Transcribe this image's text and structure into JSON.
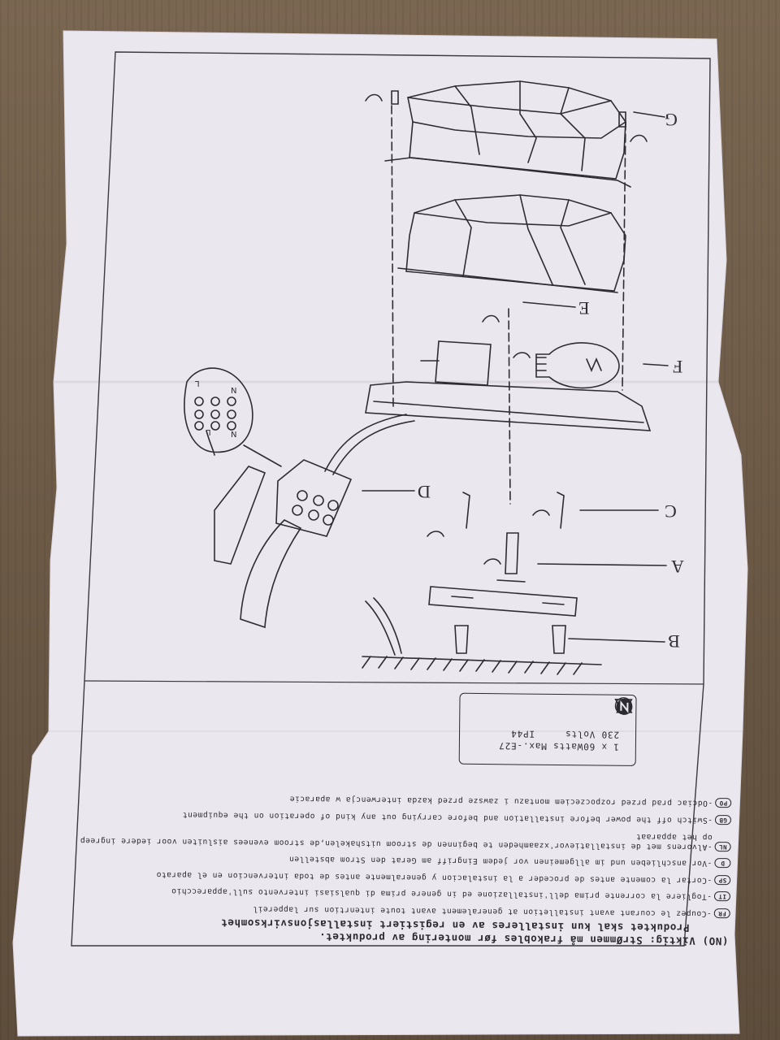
{
  "sheet": {
    "warning_title": "(NO) Viktig: StrØmmen må frakobles før montering av produktet.",
    "warning_sub": "Produktet skal kun installeres av en registiert installasjonsvirksomhet",
    "lines": [
      {
        "code": "FR",
        "text": "-Coupez le courant avant installetion at generalement avant toute intenrtion sur lappereil"
      },
      {
        "code": "IT",
        "text": "-Togliere la corrente prima dell'installazione ed in genere prima di qualsiasi intervento sull'apparecchio"
      },
      {
        "code": "SP",
        "text": "-Cortar la comente antes de proceder a la instalacion y generalmente antes de toda intervencion en el aparato"
      },
      {
        "code": "D",
        "text": "-Vor anschlieben und im allgemeinen vor jedem Eingriff am Gerat den Strom abstellen"
      },
      {
        "code": "NL",
        "text": "-Alvorens met de installatievor'xzaamheden te beginnen de stroom uitshakelen,de stroom evenees aisluiten voor iedere ingreep op het apparaat"
      },
      {
        "code": "GB",
        "text": "-Switch off the power before installation and before carrying out any kind of operation on the equipment"
      },
      {
        "code": "PO",
        "text": "-Odciac prad przed rozpoczeciem montazu i zawsze przed kazda interwencja w aparacie"
      }
    ],
    "spec_line_1": "1 x 60Watts Max.-E27",
    "spec_line_2": "230 Volts     IP44"
  },
  "diagram": {
    "labels": [
      "A",
      "B",
      "C",
      "D",
      "E",
      "F",
      "G"
    ],
    "terminal_labels": [
      "N",
      "L",
      "N",
      "L"
    ]
  },
  "colors": {
    "paper": "#ebe7ef",
    "ink": "#2d2d33",
    "background": "#6b5a47"
  },
  "icons": [
    "lamp-icon",
    "double-insulation-icon",
    "warning-triangle-icon",
    "f-mark-icon",
    "n-mark-icon"
  ]
}
